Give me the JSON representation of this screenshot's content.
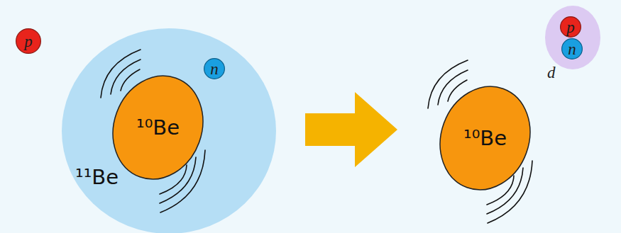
{
  "diagram": {
    "nodes": [
      {
        "text": [
          "p"
        ]
      },
      {
        "text": [
          "¹¹Be"
        ]
      },
      {
        "text": [
          "¹⁰Be"
        ],
        "in": 1
      },
      {
        "text": [
          "n"
        ],
        "in": 1
      },
      {
        "text": [
          "¹⁰Be"
        ]
      },
      {
        "text": [
          "d"
        ]
      },
      {
        "text": [
          "p"
        ],
        "in": 5
      },
      {
        "text": [
          "n"
        ],
        "in": 5
      }
    ]
  }
}
